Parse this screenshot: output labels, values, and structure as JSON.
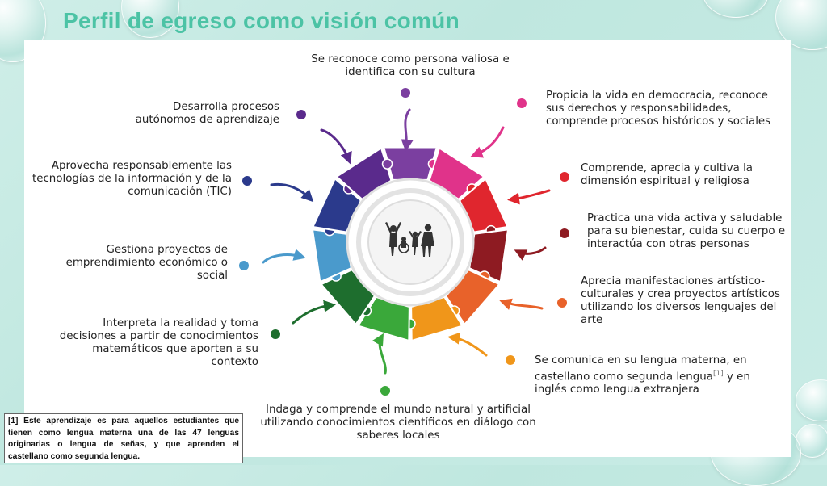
{
  "title": "Perfil de egreso como visión común",
  "labels": [
    {
      "text": "Se reconoce como persona valiosa e identifica con su cultura",
      "color": "#7b3fa0"
    },
    {
      "text": "Propicia la vida en democracia, reconoce sus derechos y responsabilidades, comprende procesos históricos y sociales",
      "color": "#e0338a"
    },
    {
      "text": "Comprende, aprecia y cultiva la dimensión espiritual y religiosa",
      "color": "#e0262e"
    },
    {
      "text": "Practica una vida activa y saludable para su bienestar, cuida su cuerpo e interactúa con otras personas",
      "color": "#8e1b22"
    },
    {
      "text": "Aprecia manifestaciones artístico-culturales y crea proyectos artísticos utilizando los diversos lenguajes del arte",
      "color": "#e8622a"
    },
    {
      "text_a": "Se comunica en su lengua materna, en castellano como segunda lengua",
      "sup": "[1]",
      "text_b": " y en inglés como lengua extranjera",
      "color": "#f0961a"
    },
    {
      "text": "Indaga y comprende el mundo natural y artificial utilizando conocimientos científicos en diálogo con saberes locales",
      "color": "#3aa83a"
    },
    {
      "text": "Interpreta la realidad y toma decisiones a partir de conocimientos matemáticos que aporten a su contexto",
      "color": "#1e6e2e"
    },
    {
      "text": "Gestiona proyectos de emprendimiento económico o social",
      "color": "#4a9acc"
    },
    {
      "text": "Aprovecha responsablemente las tecnologías de la información y de la comunicación (TIC)",
      "color": "#2b3a8c"
    },
    {
      "text": "Desarrolla procesos autónomos de aprendizaje",
      "color": "#5a2a8c"
    }
  ],
  "footnote": "[1] Este aprendizaje es para aquellos estudiantes que tienen como lengua materna una de las 47 lenguas originarias o lengua de señas, y que aprenden el castellano como segunda lengua.",
  "puzzle_colors": [
    "#7b3fa0",
    "#e0338a",
    "#e0262e",
    "#8e1b22",
    "#e8622a",
    "#f0961a",
    "#3aa83a",
    "#1e6e2e",
    "#4a9acc",
    "#2b3a8c",
    "#5a2a8c"
  ]
}
